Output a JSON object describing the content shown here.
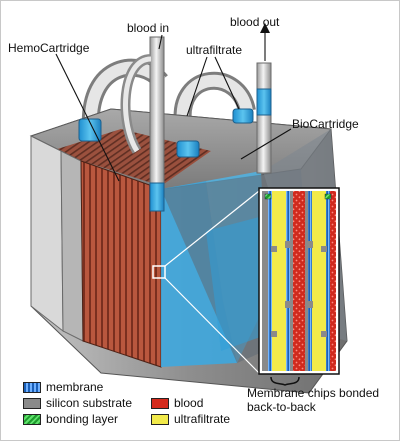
{
  "labels": {
    "blood_in": "blood in",
    "blood_out": "blood out",
    "hemocartridge": "HemoCartridge",
    "ultrafiltrate": "ultrafiltrate",
    "biocartridge": "BioCartridge",
    "caption": "Membrane chips bonded back-to-back"
  },
  "legend": [
    {
      "label": "membrane",
      "color": "#1a5fb8",
      "icon": "membrane-swatch"
    },
    {
      "label": "silicon substrate",
      "color": "#8a8a8a",
      "icon": "silicon-swatch"
    },
    {
      "label": "bonding layer",
      "color": "#1d9b2c",
      "icon": "bonding-swatch"
    },
    {
      "label": "blood",
      "color": "#d42a1c",
      "icon": "blood-swatch"
    },
    {
      "label": "ultrafiltrate",
      "color": "#f2ea4a",
      "icon": "ultrafiltrate-swatch"
    }
  ]
}
